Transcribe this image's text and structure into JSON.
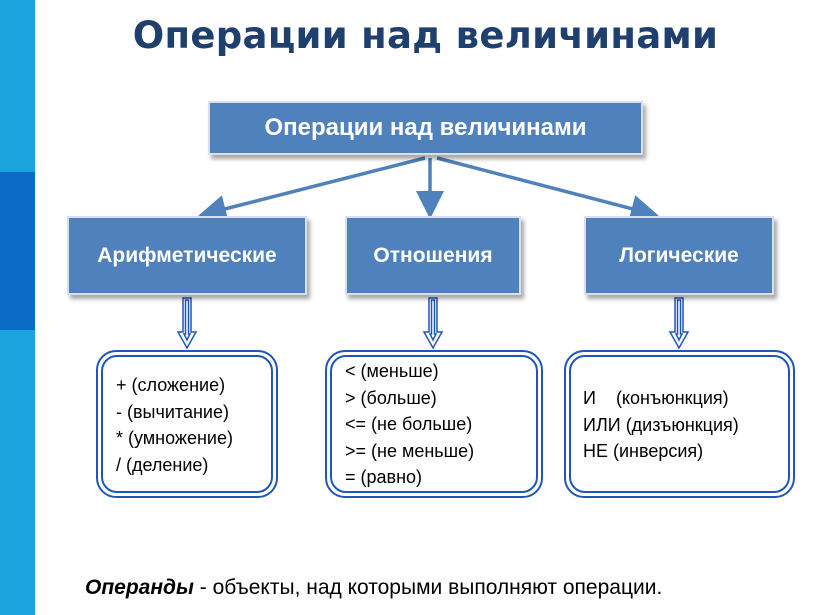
{
  "title": "Операции над величинами",
  "root": {
    "label": "Операции над величинами"
  },
  "categories": [
    {
      "label": "Арифметические",
      "items": [
        "+ (сложение)",
        "- (вычитание)",
        "* (умножение)",
        "/ (деление)"
      ]
    },
    {
      "label": "Отношения",
      "items": [
        "< (меньше)",
        "> (больше)",
        "<= (не больше)",
        ">= (не меньше)",
        "= (равно)"
      ]
    },
    {
      "label": "Логические",
      "items": [
        "И    (конъюнкция)",
        "ИЛИ (дизъюнкция)",
        "НЕ (инверсия)"
      ]
    }
  ],
  "footer": {
    "term": "Операнды",
    "definition": " - объекты, над которыми выполняют операции."
  },
  "colors": {
    "box_fill": "#4f81bd",
    "title_text": "#1f3f6e",
    "outline": "#1f57b8",
    "side_bar_light": "#1aa3dd",
    "side_bar_dark": "#0a6cc4"
  }
}
